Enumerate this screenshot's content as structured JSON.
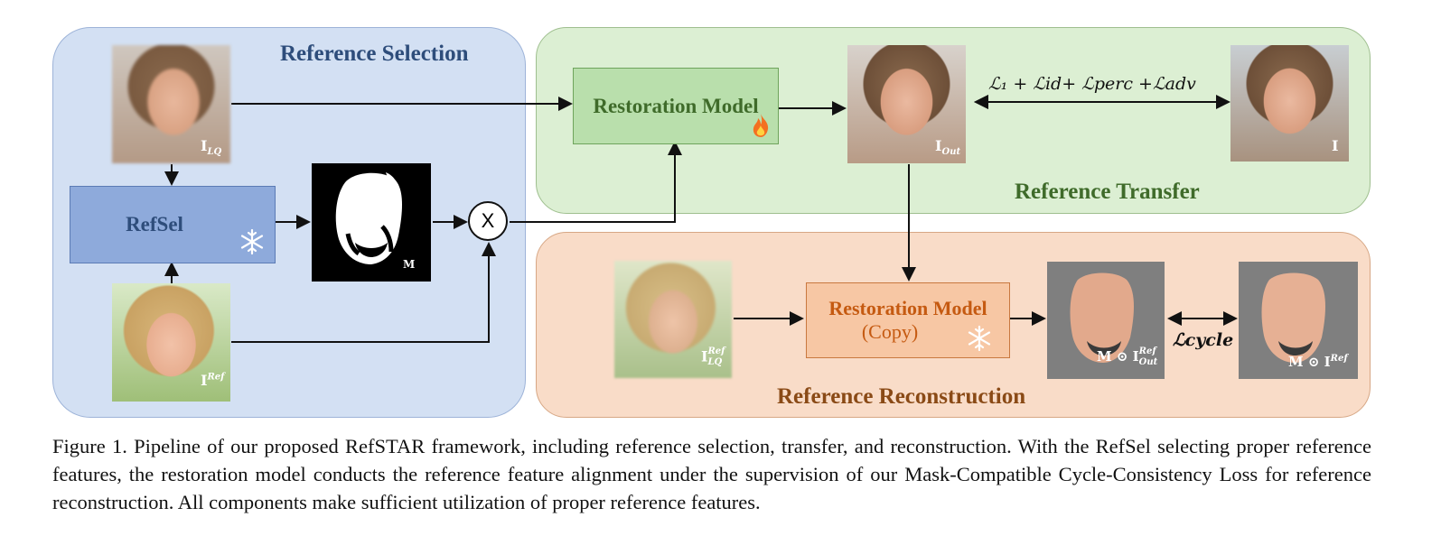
{
  "panels": {
    "selection": {
      "title": "Reference Selection",
      "color": "#2e4d7b"
    },
    "transfer": {
      "title": "Reference Transfer",
      "color": "#3f6b2a"
    },
    "reconstruction": {
      "title": "Reference Reconstruction",
      "color": "#8a4a16"
    }
  },
  "boxes": {
    "refsel": "RefSel",
    "restoration_trainable": "Restoration Model",
    "restoration_copy": "Restoration Model",
    "restoration_copy_sub": "(Copy)"
  },
  "symbols": {
    "multiply": "X",
    "fire_icon": "fire-icon",
    "frozen_icon": "snowflake-icon"
  },
  "image_labels": {
    "i_lq": {
      "main": "I",
      "sub": "LQ"
    },
    "i_ref": {
      "main": "I",
      "sup": "Ref"
    },
    "mask": "M",
    "i_out": {
      "main": "I",
      "sub": "Out"
    },
    "i_gt": "I",
    "i_lq_ref": {
      "main": "I",
      "sub": "LQ",
      "sup": "Ref"
    },
    "m_out_ref": {
      "m": "M",
      "main": "I",
      "sub": "Out",
      "sup": "Ref"
    },
    "m_ref": {
      "m": "M",
      "main": "I",
      "sup": "Ref"
    }
  },
  "losses": {
    "transfer": "ℒ₁ + ℒid+ ℒperc +ℒadv",
    "cycle": "ℒcycle"
  },
  "caption": "Figure 1.  Pipeline of our proposed RefSTAR framework, including reference selection, transfer, and reconstruction.  With the RefSel selecting proper reference features, the restoration model conducts the reference feature alignment under the supervision of our Mask-Compatible Cycle-Consistency Loss for reference reconstruction. All components make sufficient utilization of proper reference features."
}
